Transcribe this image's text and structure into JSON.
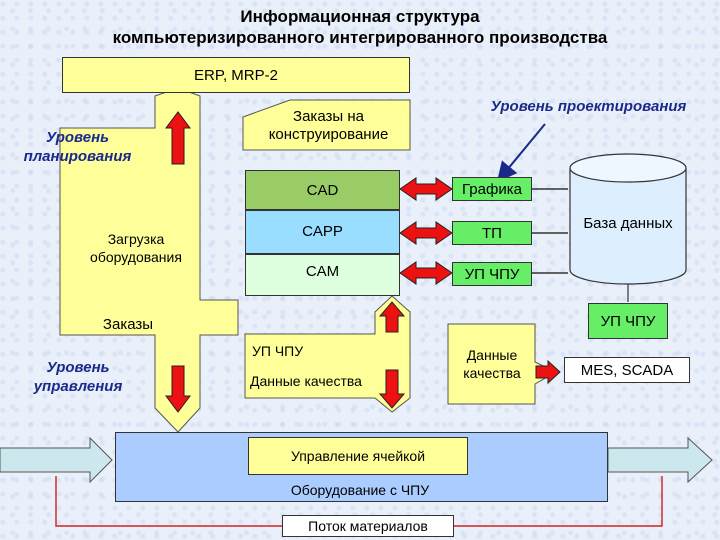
{
  "title_line1": "Информационная структура",
  "title_line2": "компьютеризированного интегрированного производства",
  "erp": "ERP, MRP-2",
  "level_planning": "Уровень планирования",
  "level_design": "Уровень проектирования",
  "level_control": "Уровень управления",
  "orders_design": "Заказы на конструирование",
  "equipment_load": "Загрузка оборудования",
  "orders": "Заказы",
  "cad": "CAD",
  "capp": "CAPP",
  "cam": "CAM",
  "graphics": "Графика",
  "tp": "ТП",
  "up_chpu_top": "УП ЧПУ",
  "database": "База данных",
  "up_chpu_right": "УП ЧПУ",
  "up_chpu_mid": "УП ЧПУ",
  "quality_data_mid": "Данные качества",
  "quality_data_right": "Данные качества",
  "mes": "MES, SCADA",
  "cell_control": "Управление ячейкой",
  "cnc_equipment": "Оборудование с ЧПУ",
  "material_flow": "Поток материалов",
  "colors": {
    "yellow": "#ffff99",
    "cad_green": "#99cc66",
    "capp_blue": "#99ddff",
    "cam_mint": "#ddffdd",
    "green_box": "#66ee66",
    "light_blue_bar": "#aaccff",
    "red_arrow": "#ee1111",
    "label_blue": "#1a2a8a"
  }
}
